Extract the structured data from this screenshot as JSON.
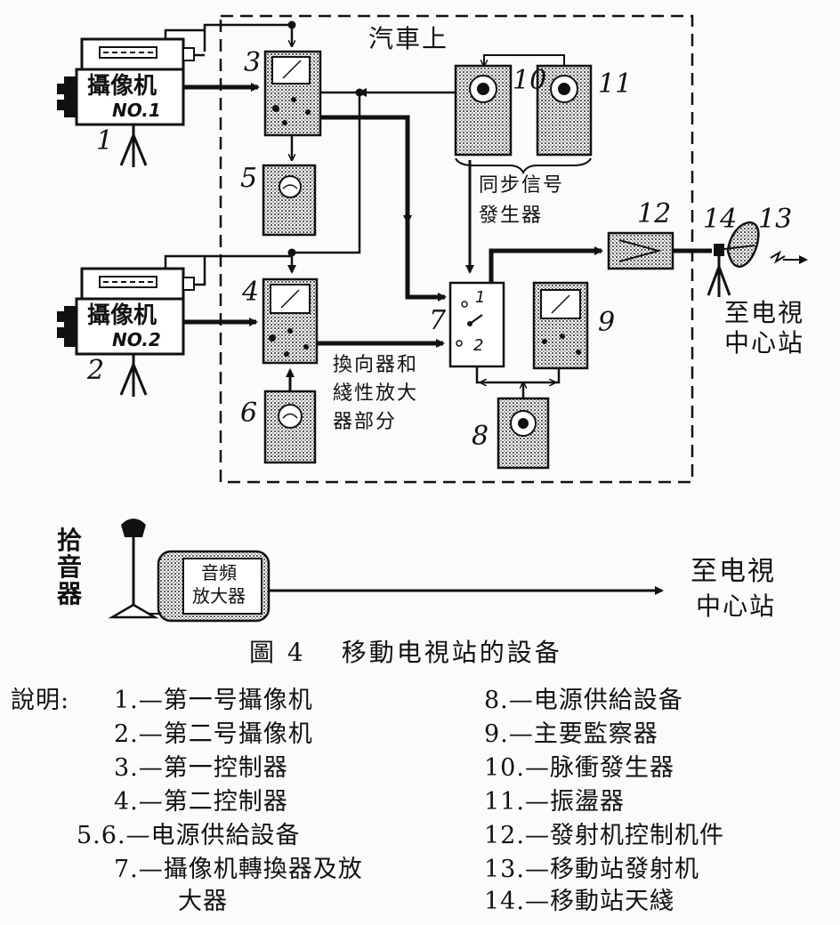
{
  "diagram": {
    "on_vehicle_label": "汽車上",
    "camera_1": {
      "title": "攝像机",
      "sub": "NO.1"
    },
    "camera_2": {
      "title": "攝像机",
      "sub": "NO.2"
    },
    "sync_label": [
      "同步信号",
      "發生器"
    ],
    "switcher_label": [
      "換向器和",
      "綫性放大",
      "器部分"
    ],
    "to_center_top": [
      "至电視",
      "中心站"
    ],
    "mic_label": [
      "拾",
      "音",
      "器"
    ],
    "audio_amp_label": [
      "音頻",
      "放大器"
    ],
    "to_center_bottom": [
      "至电視",
      "中心站"
    ],
    "switch_pos_1": "1",
    "switch_pos_2": "2",
    "numbers": [
      "1",
      "2",
      "3",
      "4",
      "5",
      "6",
      "7",
      "8",
      "9",
      "10",
      "11",
      "12",
      "13",
      "14"
    ]
  },
  "caption": {
    "figure": "圖 4",
    "title": "移動电視站的設备"
  },
  "legend": {
    "heading": "說明:",
    "left": [
      "1.—第一号攝像机",
      "2.—第二号攝像机",
      "3.—第一控制器",
      "4.—第二控制器",
      "5.6.—电源供給設备",
      "7.—攝像机轉換器及放",
      "大器"
    ],
    "right": [
      "8.—电源供給設备",
      "9.—主要監察器",
      "10.—脉衝發生器",
      "11.—振盪器",
      "12.—發射机控制机件",
      "13.—移動站發射机",
      "14.—移動站天綫"
    ]
  }
}
